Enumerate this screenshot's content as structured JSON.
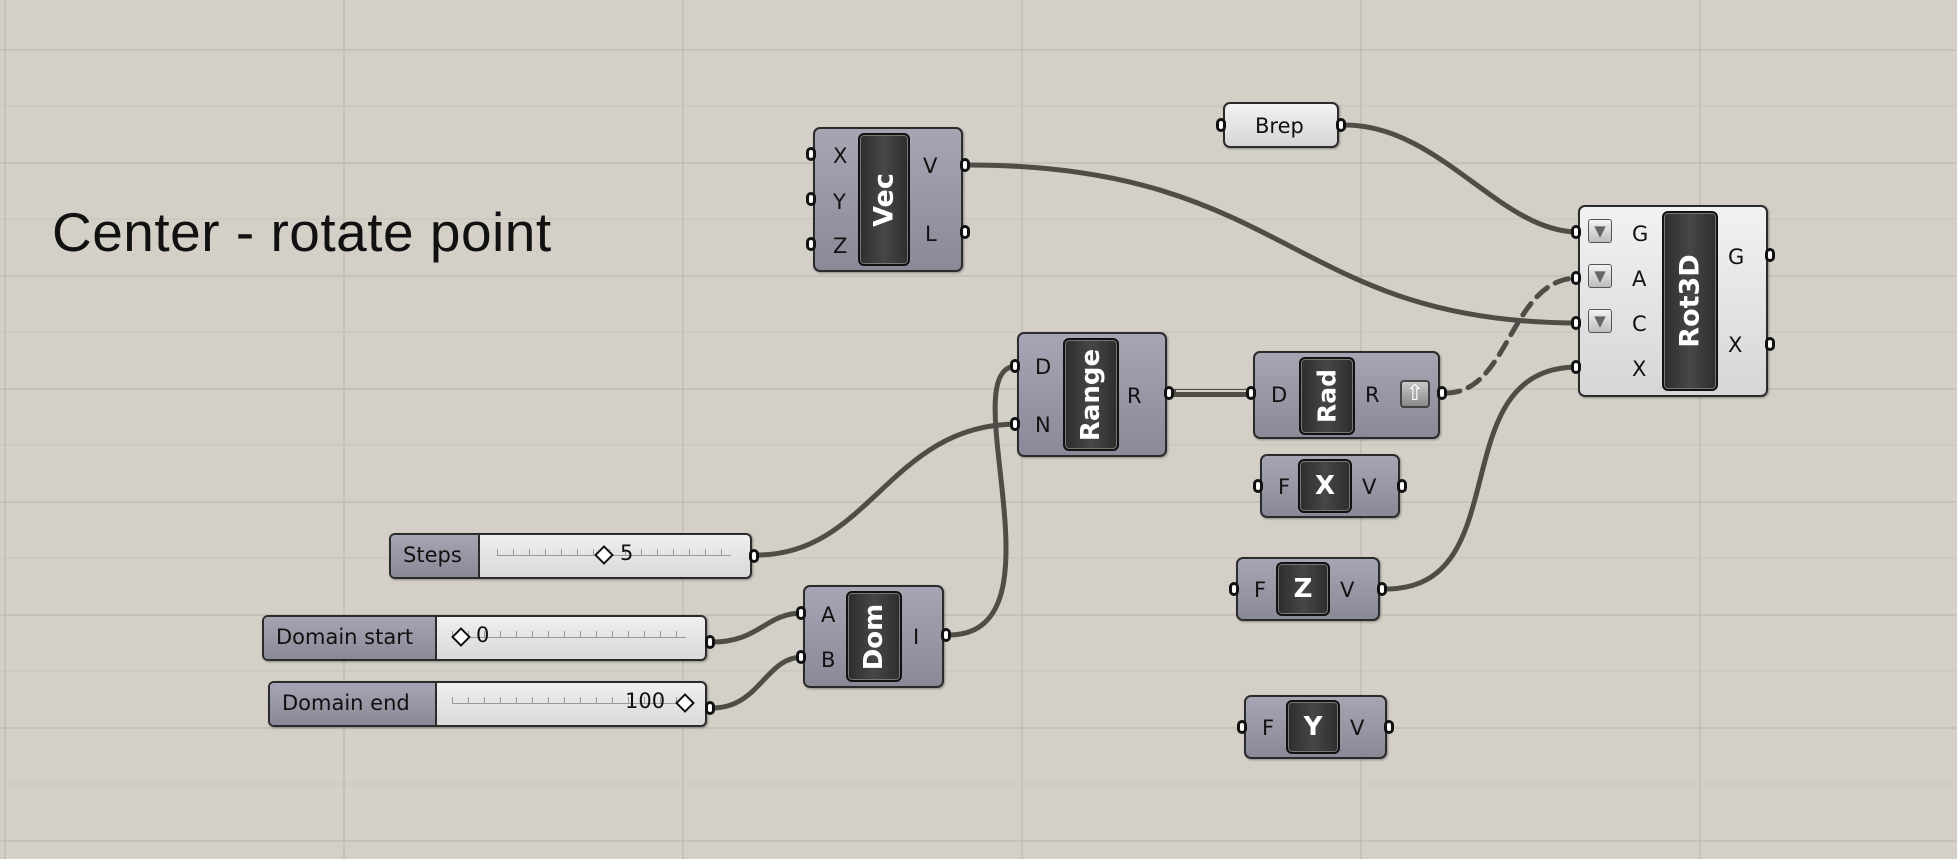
{
  "canvas": {
    "title": "Center - rotate point",
    "background": "#d4d0c8",
    "wire_color": "#4f4d48"
  },
  "components": {
    "vec": {
      "core": "Vec",
      "inputs": [
        "X",
        "Y",
        "Z"
      ],
      "outputs": [
        "V",
        "L"
      ]
    },
    "brep": {
      "label": "Brep"
    },
    "rot3d": {
      "core": "Rot3D",
      "inputs": [
        "G",
        "A",
        "C",
        "X"
      ],
      "outputs": [
        "G",
        "X"
      ]
    },
    "range": {
      "core": "Range",
      "inputs": [
        "D",
        "N"
      ],
      "outputs": [
        "R"
      ]
    },
    "rad": {
      "core": "Rad",
      "inputs": [
        "D"
      ],
      "outputs": [
        "R"
      ]
    },
    "x_func": {
      "core": "X",
      "inputs": [
        "F"
      ],
      "outputs": [
        "V"
      ]
    },
    "z_func": {
      "core": "Z",
      "inputs": [
        "F"
      ],
      "outputs": [
        "V"
      ]
    },
    "y_func": {
      "core": "Y",
      "inputs": [
        "F"
      ],
      "outputs": [
        "V"
      ]
    },
    "dom": {
      "core": "Dom",
      "inputs": [
        "A",
        "B"
      ],
      "outputs": [
        "I"
      ]
    }
  },
  "sliders": {
    "steps": {
      "name": "Steps",
      "value": "5"
    },
    "domain_start": {
      "name": "Domain start",
      "value": "0"
    },
    "domain_end": {
      "name": "Domain end",
      "value": "100"
    }
  },
  "icons": {
    "graft": "graft-icon",
    "flatten_output": "up-arrow-icon"
  }
}
